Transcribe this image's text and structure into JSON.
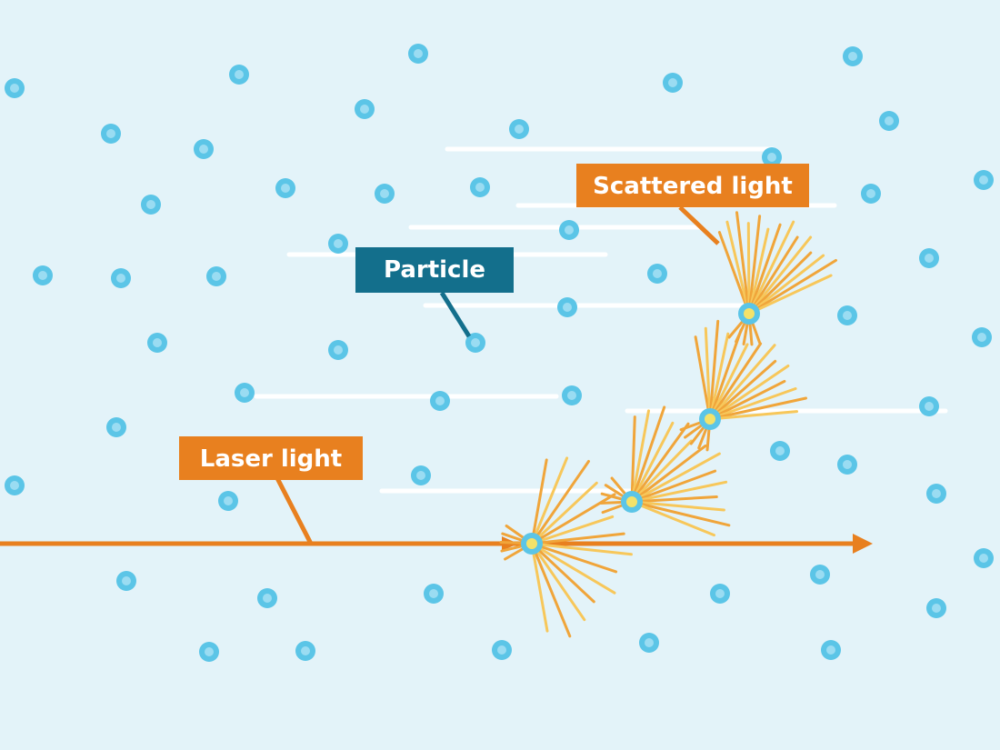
{
  "labels": {
    "scattered": "Scattered light",
    "particle": "Particle",
    "laser": "Laser light"
  },
  "colors": {
    "background": "#e3f3f9",
    "particle": "#5bc5e7",
    "particle_highlight": "#9adcf2",
    "scatter_core": "#f3e26a",
    "laser": "#e8801f",
    "ray": "#f0a53a",
    "ray_light": "#f7c75a",
    "label_orange": "#e8801f",
    "label_blue": "#136f8c",
    "streak": "#ffffff"
  },
  "icons": {
    "particle": "particle-dot-icon",
    "scatter_point": "scatter-point-icon",
    "arrow": "arrow-head-icon"
  }
}
